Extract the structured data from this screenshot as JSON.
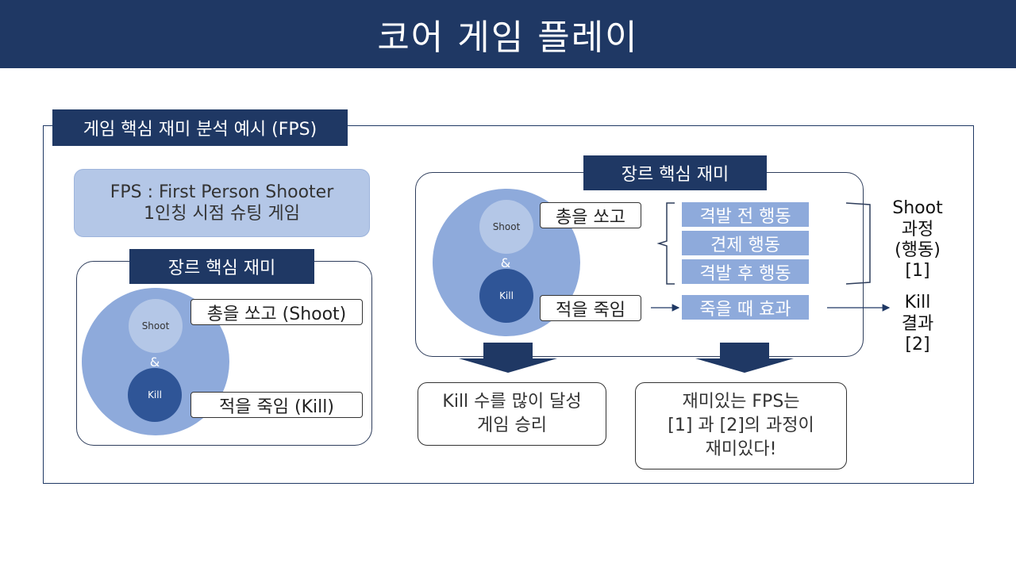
{
  "header": {
    "title": "코어 게임 플레이"
  },
  "section": {
    "title": "게임 핵심 재미 분석 예시 (FPS)"
  },
  "fps_box": {
    "line1": "FPS : First Person Shooter",
    "line2": "1인칭 시점 슈팅 게임"
  },
  "left_diagram": {
    "title": "장르 핵심 재미",
    "shoot_circle": "Shoot",
    "amp": "&",
    "kill_circle": "Kill",
    "label_shoot": "총을 쏘고 (Shoot)",
    "label_kill": "적을 죽임 (Kill)"
  },
  "right_diagram": {
    "title": "장르 핵심 재미",
    "shoot_circle": "Shoot",
    "amp": "&",
    "kill_circle": "Kill",
    "label_shoot": "총을 쏘고",
    "label_kill": "적을 죽임",
    "steps": [
      "격발 전 행동",
      "견제 행동",
      "격발 후 행동"
    ],
    "kill_effect": "죽을 때 효과"
  },
  "side_notes": {
    "shoot": [
      "Shoot",
      "과정",
      "(행동)",
      "[1]"
    ],
    "kill": [
      "Kill",
      "결과",
      "[2]"
    ]
  },
  "outcomes": {
    "left": [
      "Kill 수를 많이 달성",
      "게임 승리"
    ],
    "right": [
      "재미있는 FPS는",
      "[1] 과 [2]의 과정이",
      "재미있다!"
    ]
  },
  "colors": {
    "navy": "#1f3864",
    "light_blue": "#b4c7e7",
    "mid_blue": "#8eaadb",
    "dark_blue": "#2f5597",
    "pale_circle": "#b4c7e7"
  }
}
